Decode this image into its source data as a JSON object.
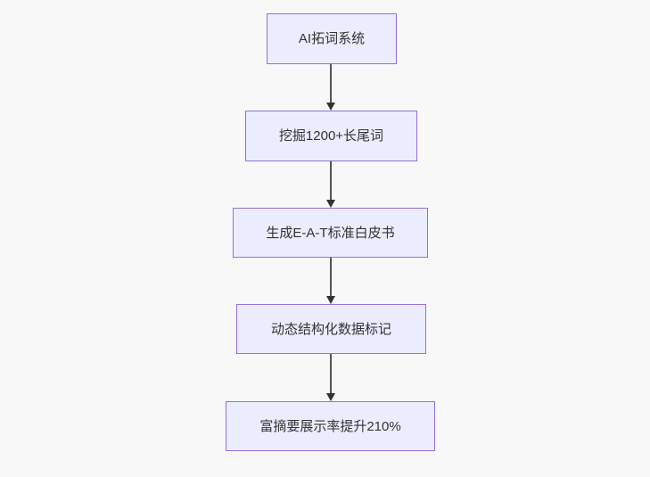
{
  "diagram": {
    "type": "flowchart",
    "direction": "top-down",
    "colors": {
      "background": "#f8f8f8",
      "node_fill": "#ececff",
      "node_border": "#9370db",
      "node_text": "#333333",
      "edge_line": "#545454",
      "edge_arrowhead": "#333333"
    },
    "nodes": [
      {
        "id": "node-1",
        "label": "AI拓词系统"
      },
      {
        "id": "node-2",
        "label": "挖掘1200+长尾词"
      },
      {
        "id": "node-3",
        "label": "生成E-A-T标准白皮书"
      },
      {
        "id": "node-4",
        "label": "动态结构化数据标记"
      },
      {
        "id": "node-5",
        "label": "富摘要展示率提升210%"
      }
    ],
    "edges": [
      {
        "from": "node-1",
        "to": "node-2",
        "style": "arrow-down"
      },
      {
        "from": "node-2",
        "to": "node-3",
        "style": "arrow-down"
      },
      {
        "from": "node-3",
        "to": "node-4",
        "style": "arrow-down"
      },
      {
        "from": "node-4",
        "to": "node-5",
        "style": "arrow-down"
      }
    ]
  }
}
